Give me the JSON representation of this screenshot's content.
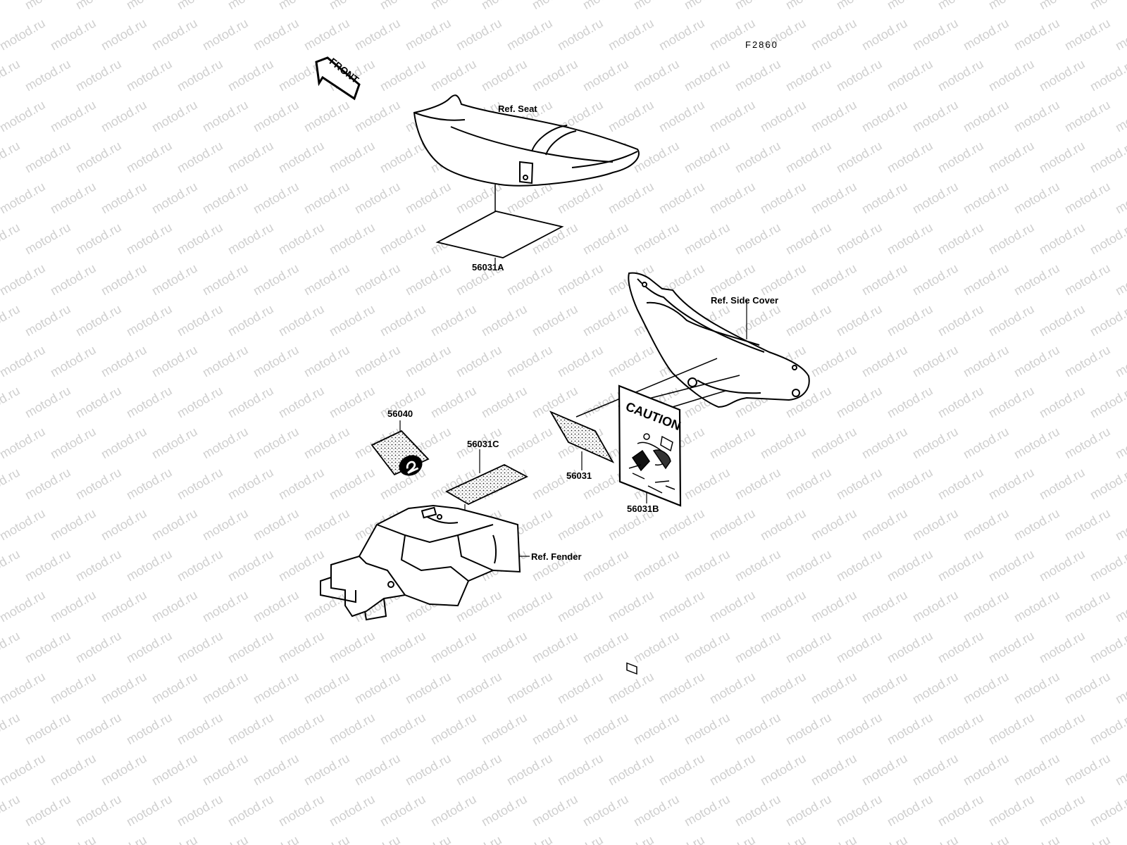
{
  "figure_number": "F2860",
  "front_arrow_text": "FRONT",
  "watermark_text": "motod.ru",
  "caution_text": "CAUTION",
  "part_labels": {
    "ref_seat": "Ref. Seat",
    "p56031A": "56031A",
    "ref_side_cover": "Ref. Side Cover",
    "p56040": "56040",
    "p56031C": "56031C",
    "p56031": "56031",
    "p56031B": "56031B",
    "ref_fender": "Ref. Fender"
  }
}
